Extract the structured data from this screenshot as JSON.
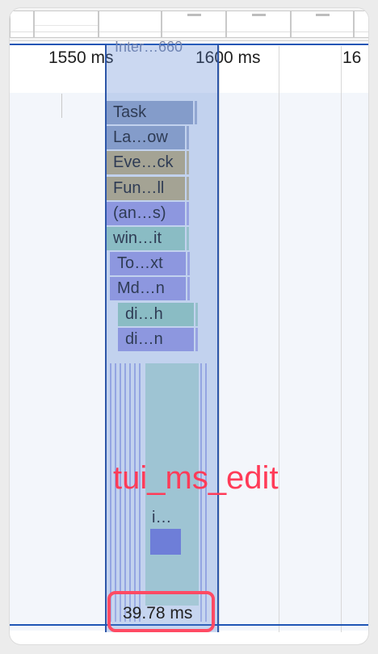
{
  "timeline": {
    "ticks": [
      {
        "label": "1550 ms"
      },
      {
        "label": "1600 ms"
      },
      {
        "label": "16"
      }
    ],
    "top_partial_label": "Inter…660"
  },
  "flame": {
    "rows": [
      {
        "label": "Task",
        "color": "#9aa9c8"
      },
      {
        "label": "La…ow",
        "color": "#9aa9c8"
      },
      {
        "label": "Eve…ck",
        "color": "#c7b47a"
      },
      {
        "label": "Fun…ll",
        "color": "#c7b47a"
      },
      {
        "label": "(an…s)",
        "color": "#a7a3e6"
      },
      {
        "label": "win…it",
        "color": "#a3d7bf"
      },
      {
        "label": "To…xt",
        "color": "#a7a3e6"
      },
      {
        "label": "Md…n",
        "color": "#a7a3e6"
      },
      {
        "label": "di…h",
        "color": "#a3d7bf"
      },
      {
        "label": "di…n",
        "color": "#a7a3e6"
      }
    ],
    "small_label": "i…"
  },
  "overlay": {
    "annotation": "tui_ms_edit",
    "selection_duration": "39.78 ms"
  }
}
